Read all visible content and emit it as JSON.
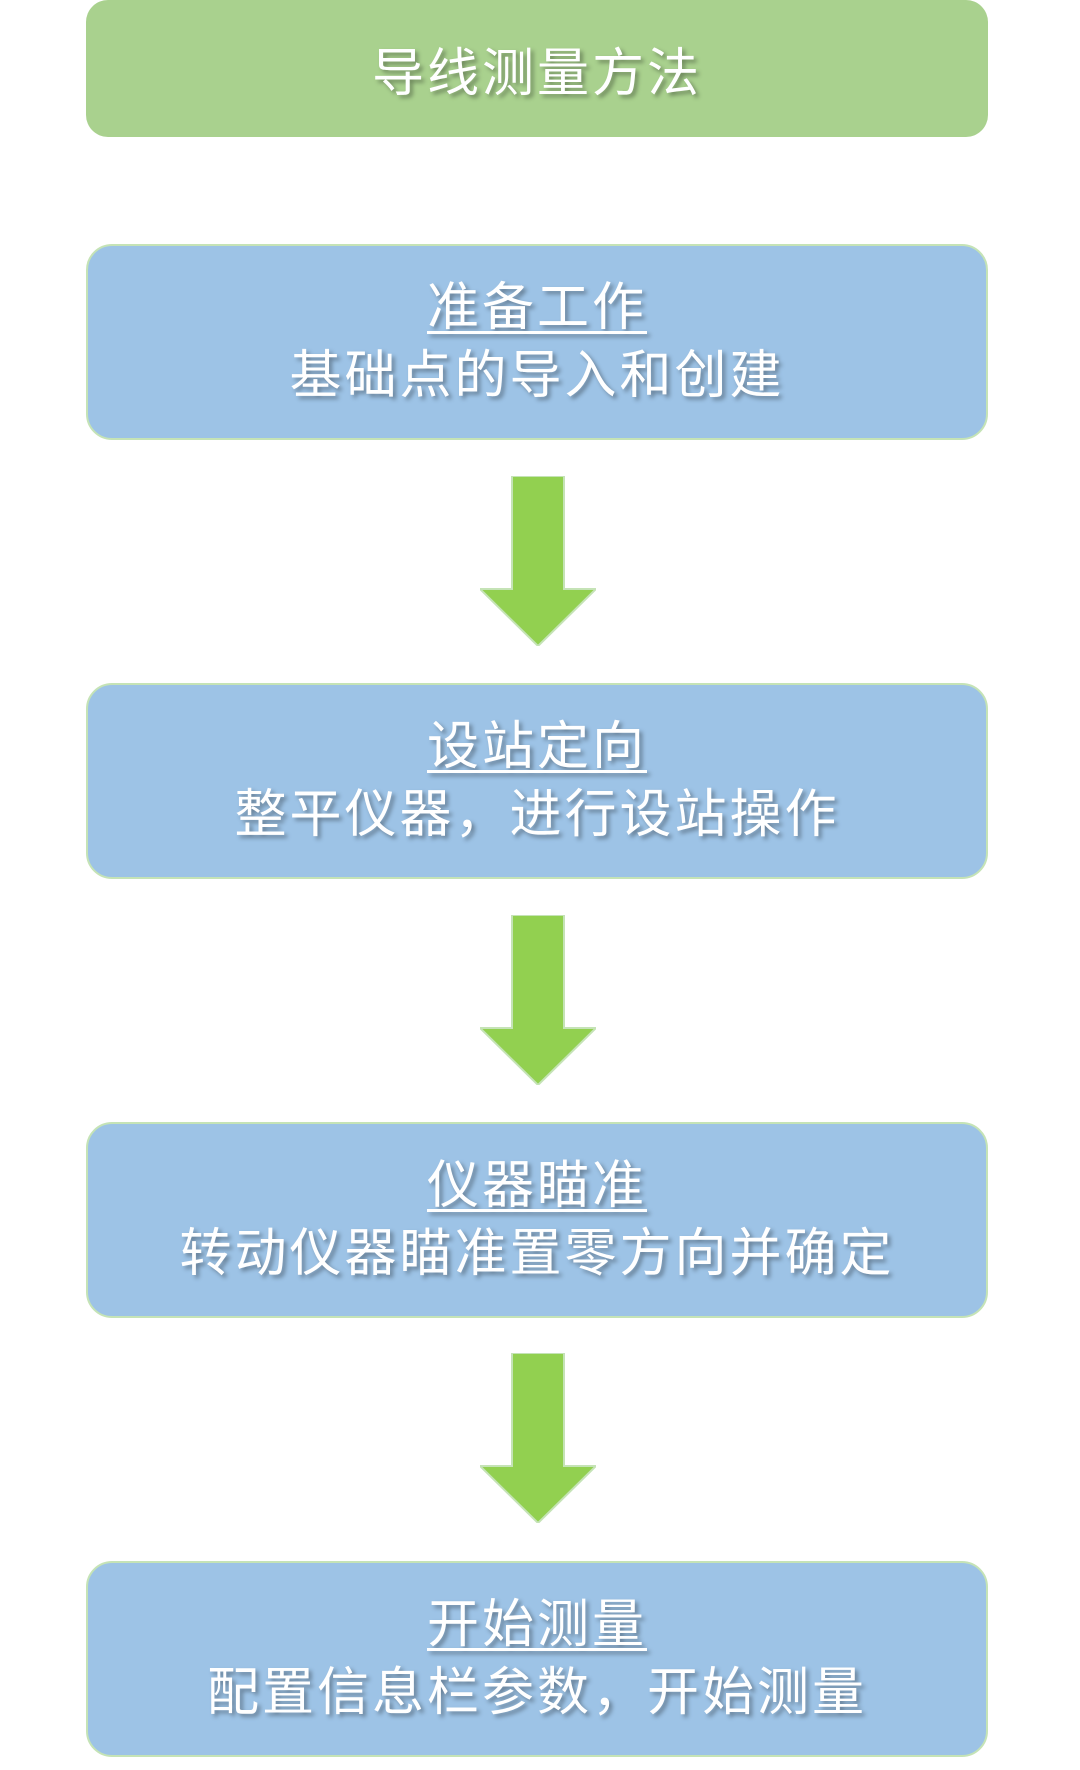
{
  "title": "导线测量方法",
  "colors": {
    "title_fill": "#a9d18e",
    "step_fill": "#9dc3e6",
    "arrow_fill": "#92d050",
    "text": "#ffffff"
  },
  "steps": [
    {
      "title": "准备工作",
      "description": "基础点的导入和创建"
    },
    {
      "title": "设站定向",
      "description": "整平仪器，进行设站操作"
    },
    {
      "title": "仪器瞄准",
      "description": "转动仪器瞄准置零方向并确定"
    },
    {
      "title": "开始测量",
      "description": "配置信息栏参数，开始测量"
    }
  ]
}
